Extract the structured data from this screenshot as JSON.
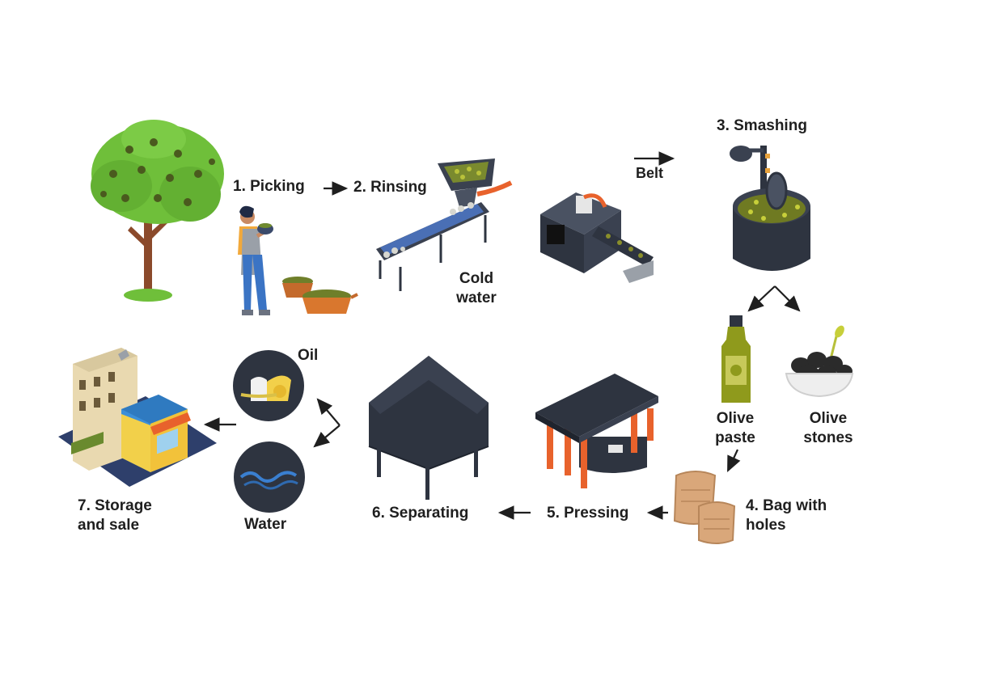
{
  "steps": {
    "picking": "1. Picking",
    "rinsing": "2. Rinsing",
    "cold_water_line1": "Cold",
    "cold_water_line2": "water",
    "belt": "Belt",
    "smashing": "3. Smashing",
    "olive_paste_line1": "Olive",
    "olive_paste_line2": "paste",
    "olive_stones_line1": "Olive",
    "olive_stones_line2": "stones",
    "bag_line1": "4. Bag with",
    "bag_line2": "holes",
    "pressing": "5. Pressing",
    "separating": "6. Separating",
    "oil": "Oil",
    "water": "Water",
    "storage_line1": "7. Storage",
    "storage_line2": "and sale"
  },
  "icons": {
    "tree": "olive-tree-icon",
    "picker": "olive-picker-woman-icon",
    "baskets": "olive-basket-icon",
    "rinser": "rinsing-conveyor-icon",
    "belt_machine": "belt-machine-icon",
    "smasher": "smashing-mill-icon",
    "bottle": "olive-oil-bottle-icon",
    "stones": "olive-stones-bowl-icon",
    "bags": "sack-icon",
    "press": "press-machine-icon",
    "separator": "separator-tank-icon",
    "oil_circle": "oil-icon",
    "water_circle": "water-wave-icon",
    "shop": "storefront-icon"
  },
  "colors": {
    "text": "#1f1f1f",
    "machine_dark": "#2e3440",
    "leaf_green": "#6fbf3a",
    "orange": "#e8622c",
    "olive": "#8a8f2a",
    "sack": "#d9a77a"
  }
}
